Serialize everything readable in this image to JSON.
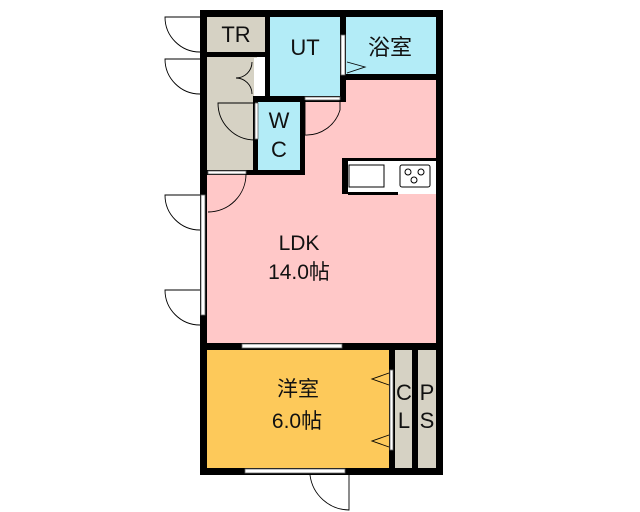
{
  "rooms": {
    "tr": {
      "label": "TR"
    },
    "ut": {
      "label": "UT"
    },
    "bath": {
      "label": "浴室"
    },
    "wc": {
      "label_1": "W",
      "label_2": "C"
    },
    "ldk": {
      "label": "LDK",
      "size": "14.0帖"
    },
    "western": {
      "label": "洋室",
      "size": "6.0帖"
    },
    "cl": {
      "label_1": "C",
      "label_2": "L"
    },
    "ps": {
      "label_1": "P",
      "label_2": "S"
    }
  },
  "colors": {
    "ldk": "#ffc8c8",
    "water": "#b3ecf7",
    "western": "#fdc95a",
    "storage": "#d6d2c4",
    "wall": "#000000"
  }
}
